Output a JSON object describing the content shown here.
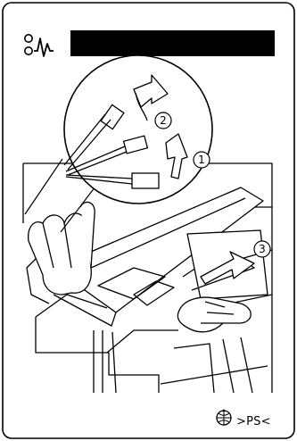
{
  "header": {
    "icon": "maintenance-wave-icon",
    "title_bar_color": "#000000"
  },
  "steps": [
    {
      "number": "1",
      "glyph": "①"
    },
    {
      "number": "2",
      "glyph": "②"
    },
    {
      "number": "3",
      "glyph": "③"
    }
  ],
  "footer": {
    "icon": "recycle-globe-icon",
    "material_code": ">PS<"
  },
  "colors": {
    "line": "#000000",
    "background": "#ffffff"
  }
}
